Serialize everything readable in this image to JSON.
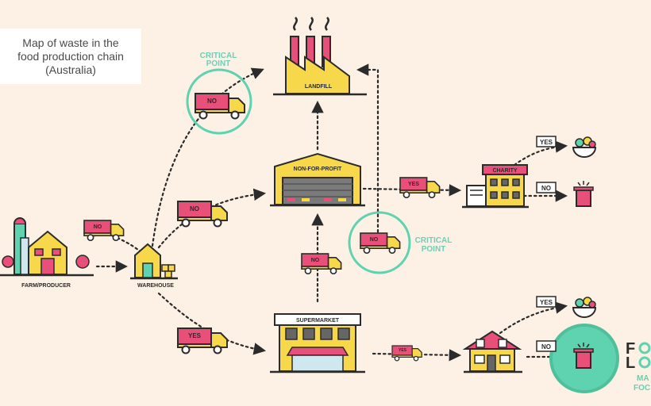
{
  "title": "Map of waste in the\nfood production chain\n(Australia)",
  "nodes": {
    "farm": "FARM/PRODUCER",
    "warehouse": "WAREHOUSE",
    "landfill": "LANDFILL",
    "nonprofit": "NON-FOR-PROFIT",
    "supermarket": "SUPERMARKET",
    "charity": "CHARITY"
  },
  "critical_point": [
    "CRITICAL",
    "POINT"
  ],
  "tags": {
    "yes": "YES",
    "no": "NO"
  },
  "brand": {
    "line1_left": "F",
    "line2_left": "L",
    "tag1": "MA",
    "tag2": "FOC"
  },
  "colors": {
    "background": "#fdf1e6",
    "teal": "#5fd3b0",
    "yellow": "#f7d84a",
    "pink": "#e8507a",
    "outline": "#2b2b2b",
    "critical_label": "#6fcfb5"
  },
  "icons": [
    "factory-icon",
    "warehouse-icon",
    "truck-icon",
    "barn-icon",
    "silo-icon",
    "supermarket-icon",
    "charity-building-icon",
    "house-icon",
    "bowl-icon",
    "trash-icon"
  ]
}
